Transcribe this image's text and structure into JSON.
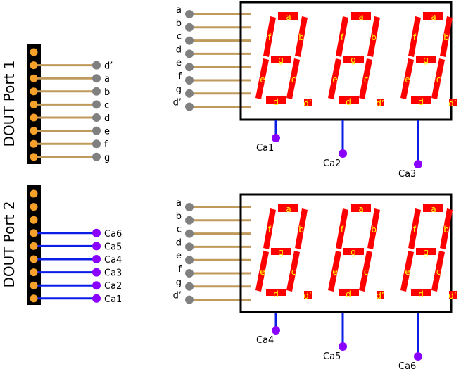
{
  "colors": {
    "header": "#000000",
    "pin": "#f7a12b",
    "segment_wire": "#c09a5b",
    "segment_terminal": "#808080",
    "cathode_wire": "#0a1ee6",
    "cathode_terminal": "#8a00ff",
    "segment_fill": "#ff0000",
    "segment_label": "#ffff00",
    "display_border": "#000000"
  },
  "ports": [
    {
      "label": "DOUT Port 1",
      "pin_count": 9,
      "connections": [
        "d’",
        "a",
        "b",
        "c",
        "d",
        "e",
        "f",
        "g"
      ],
      "wire_type": "segment"
    },
    {
      "label": "DOUT Port 2",
      "pin_count": 9,
      "connections": [
        "Ca6",
        "Ca5",
        "Ca4",
        "Ca3",
        "Ca2",
        "Ca1"
      ],
      "wire_type": "cathode"
    }
  ],
  "displays": [
    {
      "inputs": [
        "a",
        "b",
        "c",
        "d",
        "e",
        "f",
        "g",
        "d’"
      ],
      "digits": 3,
      "cathodes": [
        "Ca1",
        "Ca2",
        "Ca3"
      ]
    },
    {
      "inputs": [
        "a",
        "b",
        "c",
        "d",
        "e",
        "f",
        "g",
        "d’"
      ],
      "digits": 3,
      "cathodes": [
        "Ca4",
        "Ca5",
        "Ca6"
      ]
    }
  ],
  "segment_labels": [
    "a",
    "b",
    "c",
    "d",
    "e",
    "f",
    "g",
    "d’"
  ]
}
